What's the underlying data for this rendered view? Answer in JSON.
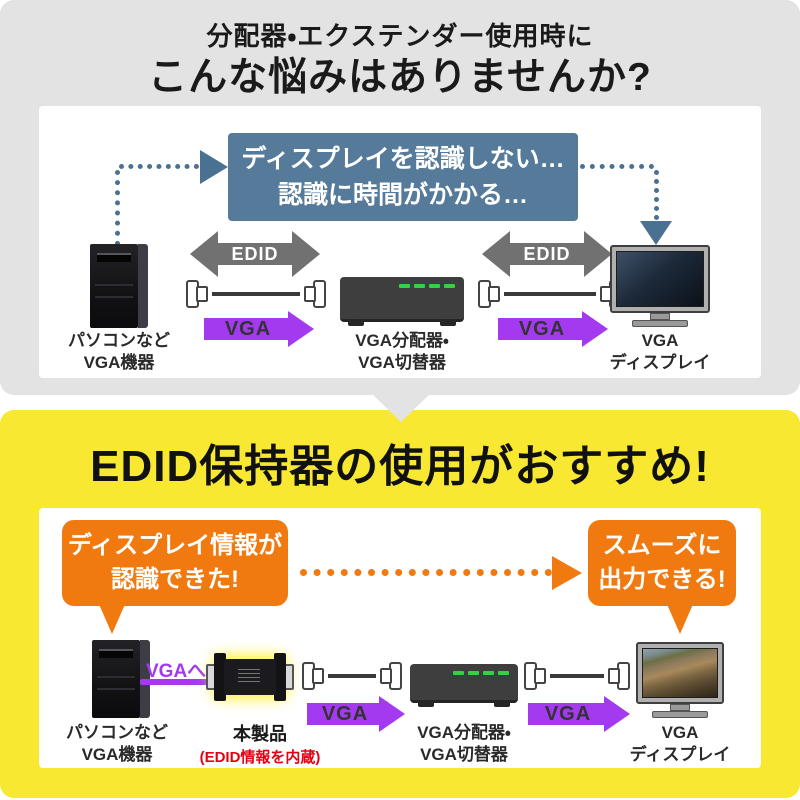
{
  "top": {
    "title_line1": "分配器・エクステンダー使用時に",
    "title_line2": "こんな悩みはありませんか?",
    "callout_line1": "ディスプレイを認識しない…",
    "callout_line2": "認識に時間がかかる…",
    "edid_label": "EDID",
    "vga_label": "VGA",
    "pc_line1": "パソコンなど",
    "pc_line2": "VGA機器",
    "splitter_line1": "VGA分配器・",
    "splitter_line2": "VGA切替器",
    "display_line1": "VGA",
    "display_line2": "ディスプレイ"
  },
  "bottom": {
    "title": "EDID保持器の使用がおすすめ!",
    "bubble_left_line1": "ディスプレイ情報が",
    "bubble_left_line2": "認識できた!",
    "bubble_right_line1": "スムーズに",
    "bubble_right_line2": "出力できる!",
    "vga_to_label": "VGAへ",
    "product_line1": "本製品",
    "product_line2": "(EDID情報を内蔵)",
    "vga_label": "VGA",
    "pc_line1": "パソコンなど",
    "pc_line2": "VGA機器",
    "splitter_line1": "VGA分配器・",
    "splitter_line2": "VGA切替器",
    "display_line1": "VGA",
    "display_line2": "ディスプレイ"
  },
  "colors": {
    "section_gray": "#e3e3e3",
    "accent_yellow": "#f8e832",
    "callout_blue": "#567a9a",
    "bubble_orange": "#f17a10",
    "vga_purple": "#a43af0",
    "note_red": "#e60012",
    "led_green": "#35d13f"
  }
}
